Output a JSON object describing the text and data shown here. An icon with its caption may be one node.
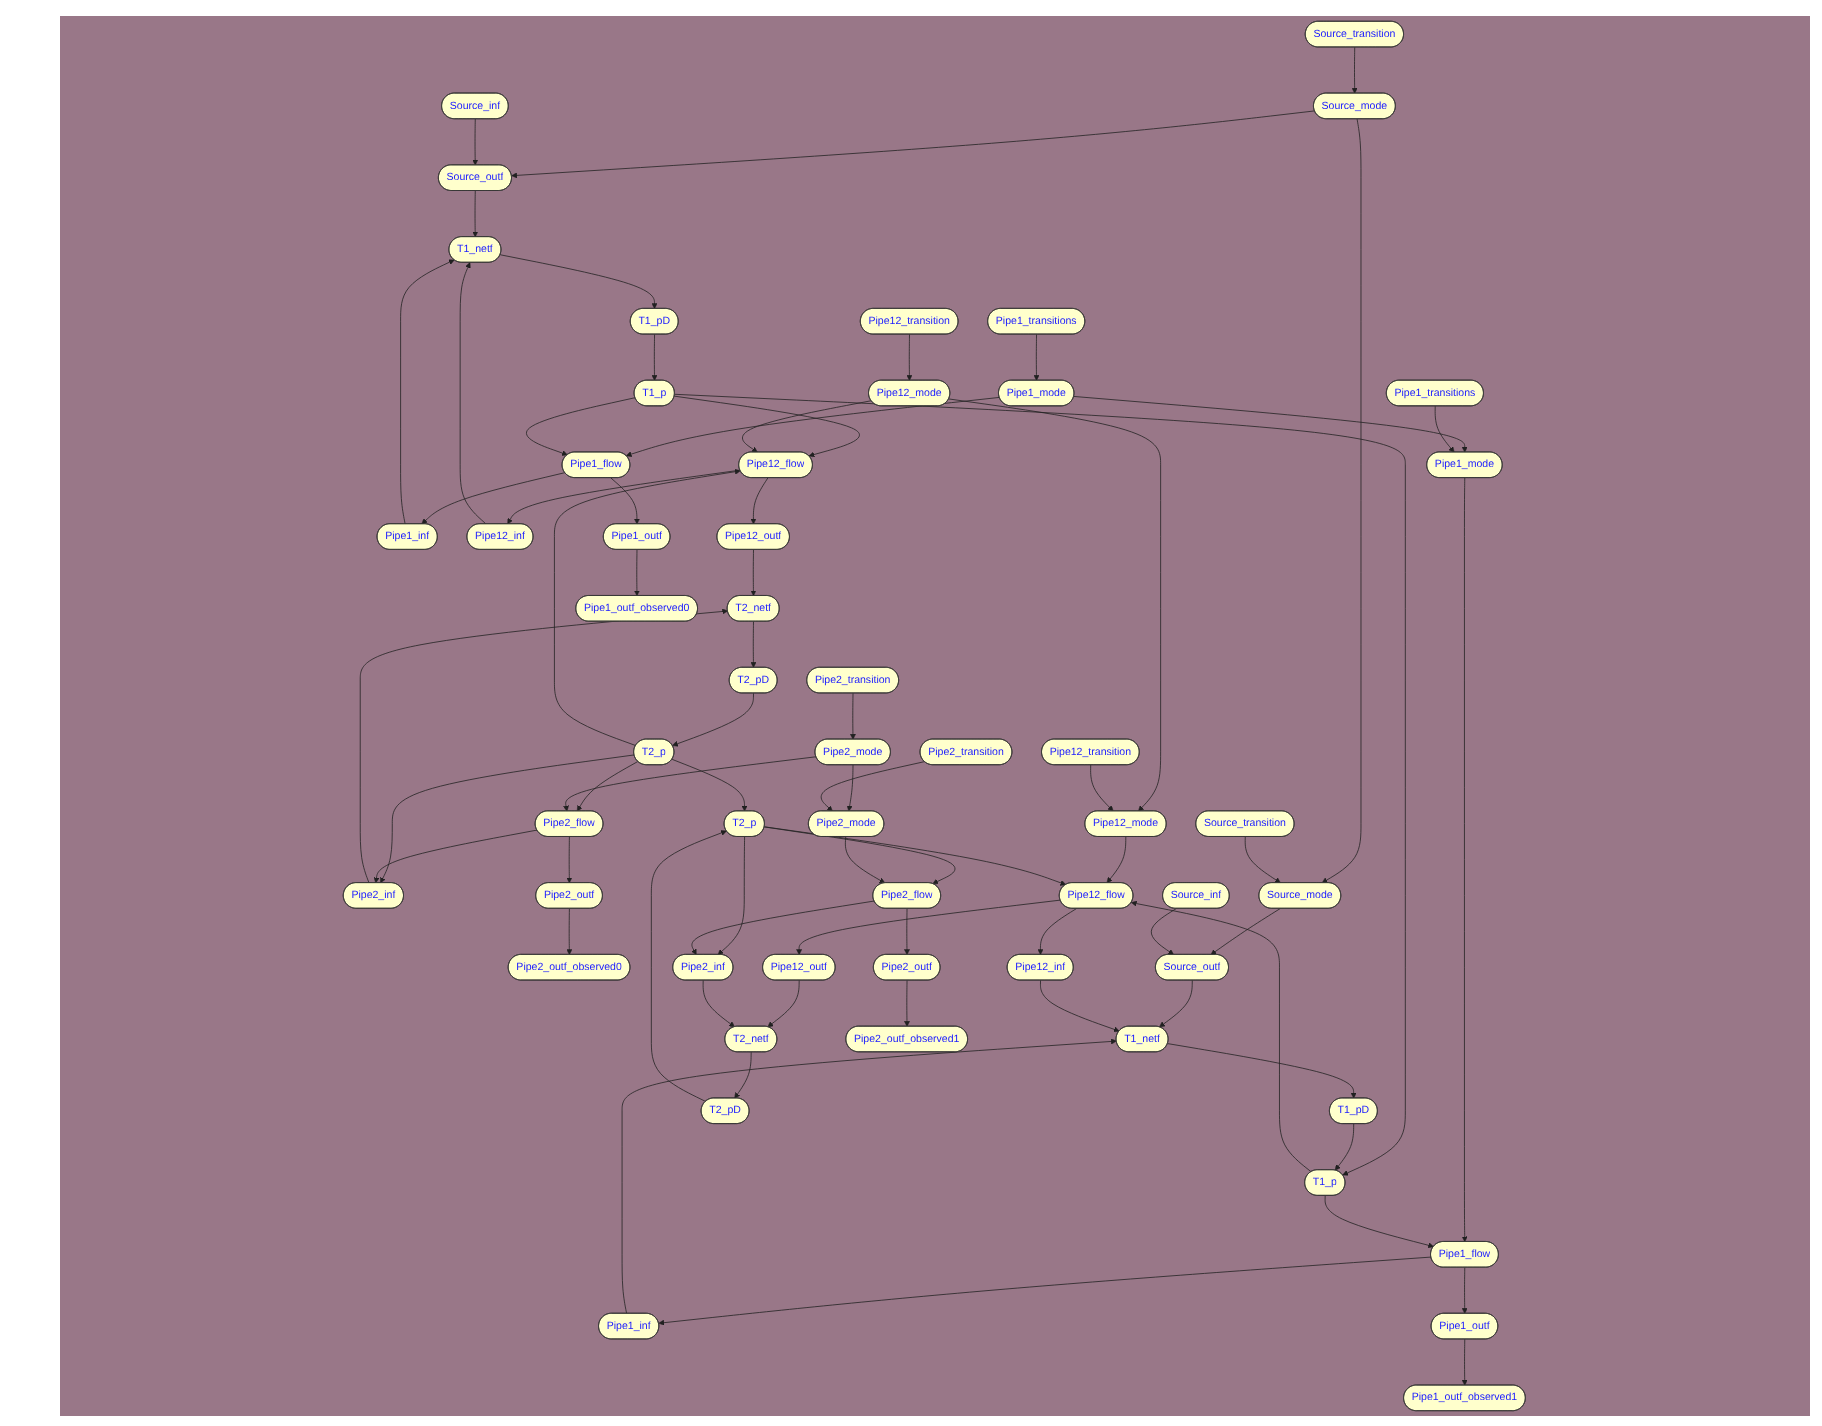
{
  "diagram": {
    "nodes": [
      {
        "text": [
          "Source_transition"
        ]
      },
      {
        "text": [
          "Source_mode"
        ]
      },
      {
        "text": [
          "Source_inf"
        ]
      },
      {
        "text": [
          "Source_outf"
        ]
      },
      {
        "text": [
          "T1_netf"
        ]
      },
      {
        "text": [
          "Pipe12_transition"
        ]
      },
      {
        "text": [
          "Pipe12_mode"
        ]
      },
      {
        "text": [
          "T2_netf"
        ]
      },
      {
        "text": [
          "T1_pD"
        ]
      },
      {
        "text": [
          "T2_pD"
        ]
      },
      {
        "text": [
          "Pipe2_transition"
        ]
      },
      {
        "text": [
          "Pipe2_mode"
        ]
      },
      {
        "text": [
          "Pipe1_transitions"
        ]
      },
      {
        "text": [
          "Pipe1_inf"
        ]
      },
      {
        "text": [
          "T1_p"
        ]
      },
      {
        "text": [
          "Pipe12_inf"
        ]
      },
      {
        "text": [
          "Pipe12_outf"
        ]
      },
      {
        "text": [
          "T2_p"
        ]
      },
      {
        "text": [
          "Pipe2_inf"
        ]
      },
      {
        "text": [
          "Pipe1_mode"
        ]
      },
      {
        "text": [
          "Pipe1_flow"
        ]
      },
      {
        "text": [
          "Pipe12_flow"
        ]
      },
      {
        "text": [
          "Pipe2_flow"
        ]
      },
      {
        "text": [
          "Pipe1_outf"
        ]
      },
      {
        "text": [
          "Pipe2_outf"
        ]
      },
      {
        "text": [
          "Pipe1_outf_observed0"
        ]
      },
      {
        "text": [
          "Pipe2_outf_observed0"
        ]
      },
      {
        "text": [
          "Source_transition"
        ]
      },
      {
        "text": [
          "Source_mode"
        ]
      },
      {
        "text": [
          "Source_inf"
        ]
      },
      {
        "text": [
          "Source_outf"
        ]
      },
      {
        "text": [
          "T1_netf"
        ]
      },
      {
        "text": [
          "Pipe12_transition"
        ]
      },
      {
        "text": [
          "Pipe12_mode"
        ]
      },
      {
        "text": [
          "T2_netf"
        ]
      },
      {
        "text": [
          "T1_pD"
        ]
      },
      {
        "text": [
          "T2_pD"
        ]
      },
      {
        "text": [
          "Pipe2_transition"
        ]
      },
      {
        "text": [
          "Pipe2_mode"
        ]
      },
      {
        "text": [
          "Pipe1_transitions"
        ]
      },
      {
        "text": [
          "Pipe1_inf"
        ]
      },
      {
        "text": [
          "T1_p"
        ]
      },
      {
        "text": [
          "Pipe12_inf"
        ]
      },
      {
        "text": [
          "Pipe12_outf"
        ]
      },
      {
        "text": [
          "T2_p"
        ]
      },
      {
        "text": [
          "Pipe2_inf"
        ]
      },
      {
        "text": [
          "Pipe1_mode"
        ]
      },
      {
        "text": [
          "Pipe1_flow"
        ]
      },
      {
        "text": [
          "Pipe12_flow"
        ]
      },
      {
        "text": [
          "Pipe2_flow"
        ]
      },
      {
        "text": [
          "Pipe1_outf"
        ]
      },
      {
        "text": [
          "Pipe2_outf"
        ]
      },
      {
        "text": [
          "Pipe1_outf_observed1"
        ]
      },
      {
        "text": [
          "Pipe2_outf_observed1"
        ]
      }
    ],
    "edges": [
      {
        "from": 0,
        "to": 1,
        "arrow": "to"
      },
      {
        "from": 1,
        "to": 3,
        "arrow": "to"
      },
      {
        "from": 2,
        "to": 3,
        "arrow": "to"
      },
      {
        "from": 3,
        "to": 4,
        "arrow": "to"
      },
      {
        "from": 4,
        "to": 8,
        "arrow": "to"
      },
      {
        "from": 8,
        "to": 14,
        "arrow": "to"
      },
      {
        "from": 13,
        "to": 4,
        "arrow": "to"
      },
      {
        "from": 15,
        "to": 4,
        "arrow": "to"
      },
      {
        "from": 12,
        "to": 19,
        "arrow": "to"
      },
      {
        "from": 19,
        "to": 20,
        "arrow": "to"
      },
      {
        "from": 14,
        "to": 20,
        "arrow": "to"
      },
      {
        "from": 20,
        "to": 13,
        "arrow": "to"
      },
      {
        "from": 14,
        "to": 21,
        "arrow": "to"
      },
      {
        "from": 21,
        "to": 15,
        "arrow": "to"
      },
      {
        "from": 5,
        "to": 6,
        "arrow": "to"
      },
      {
        "from": 6,
        "to": 21,
        "arrow": "to"
      },
      {
        "from": 21,
        "to": 16,
        "arrow": "to"
      },
      {
        "from": 16,
        "to": 7,
        "arrow": "to"
      },
      {
        "from": 7,
        "to": 9,
        "arrow": "to"
      },
      {
        "from": 9,
        "to": 17,
        "arrow": "to"
      },
      {
        "from": 18,
        "to": 7,
        "arrow": "to"
      },
      {
        "from": 17,
        "to": 21,
        "arrow": "to"
      },
      {
        "from": 17,
        "to": 18,
        "arrow": "to"
      },
      {
        "from": 17,
        "to": 22,
        "arrow": "to"
      },
      {
        "from": 22,
        "to": 18,
        "arrow": "to"
      },
      {
        "from": 10,
        "to": 11,
        "arrow": "to"
      },
      {
        "from": 11,
        "to": 22,
        "arrow": "to"
      },
      {
        "from": 22,
        "to": 24,
        "arrow": "to"
      },
      {
        "from": 24,
        "to": 26,
        "arrow": "to"
      },
      {
        "from": 20,
        "to": 23,
        "arrow": "to"
      },
      {
        "from": 23,
        "to": 25,
        "arrow": "to"
      },
      {
        "from": 1,
        "to": 28,
        "arrow": "to"
      },
      {
        "from": 19,
        "to": 46,
        "arrow": "to"
      },
      {
        "from": 14,
        "to": 41,
        "arrow": "to"
      },
      {
        "from": 6,
        "to": 33,
        "arrow": "to"
      },
      {
        "from": 17,
        "to": 44,
        "arrow": "to"
      },
      {
        "from": 11,
        "to": 38,
        "arrow": "to"
      },
      {
        "from": 27,
        "to": 28,
        "arrow": "to"
      },
      {
        "from": 28,
        "to": 30,
        "arrow": "to"
      },
      {
        "from": 29,
        "to": 30,
        "arrow": "to"
      },
      {
        "from": 30,
        "to": 31,
        "arrow": "to"
      },
      {
        "from": 31,
        "to": 35,
        "arrow": "to"
      },
      {
        "from": 35,
        "to": 41,
        "arrow": "to"
      },
      {
        "from": 40,
        "to": 31,
        "arrow": "to"
      },
      {
        "from": 42,
        "to": 31,
        "arrow": "to"
      },
      {
        "from": 39,
        "to": 46,
        "arrow": "to"
      },
      {
        "from": 46,
        "to": 47,
        "arrow": "to"
      },
      {
        "from": 41,
        "to": 47,
        "arrow": "to"
      },
      {
        "from": 47,
        "to": 40,
        "arrow": "to"
      },
      {
        "from": 41,
        "to": 48,
        "arrow": "to"
      },
      {
        "from": 48,
        "to": 42,
        "arrow": "to"
      },
      {
        "from": 32,
        "to": 33,
        "arrow": "to"
      },
      {
        "from": 33,
        "to": 48,
        "arrow": "to"
      },
      {
        "from": 48,
        "to": 43,
        "arrow": "to"
      },
      {
        "from": 43,
        "to": 34,
        "arrow": "to"
      },
      {
        "from": 34,
        "to": 36,
        "arrow": "to"
      },
      {
        "from": 36,
        "to": 44,
        "arrow": "to"
      },
      {
        "from": 45,
        "to": 34,
        "arrow": "to"
      },
      {
        "from": 44,
        "to": 48,
        "arrow": "to"
      },
      {
        "from": 44,
        "to": 45,
        "arrow": "to"
      },
      {
        "from": 44,
        "to": 49,
        "arrow": "to"
      },
      {
        "from": 49,
        "to": 45,
        "arrow": "to"
      },
      {
        "from": 37,
        "to": 38,
        "arrow": "to"
      },
      {
        "from": 38,
        "to": 49,
        "arrow": "to"
      },
      {
        "from": 49,
        "to": 51,
        "arrow": "to"
      },
      {
        "from": 51,
        "to": 53,
        "arrow": "to"
      },
      {
        "from": 47,
        "to": 50,
        "arrow": "to"
      },
      {
        "from": 50,
        "to": 52,
        "arrow": "to"
      }
    ]
  }
}
